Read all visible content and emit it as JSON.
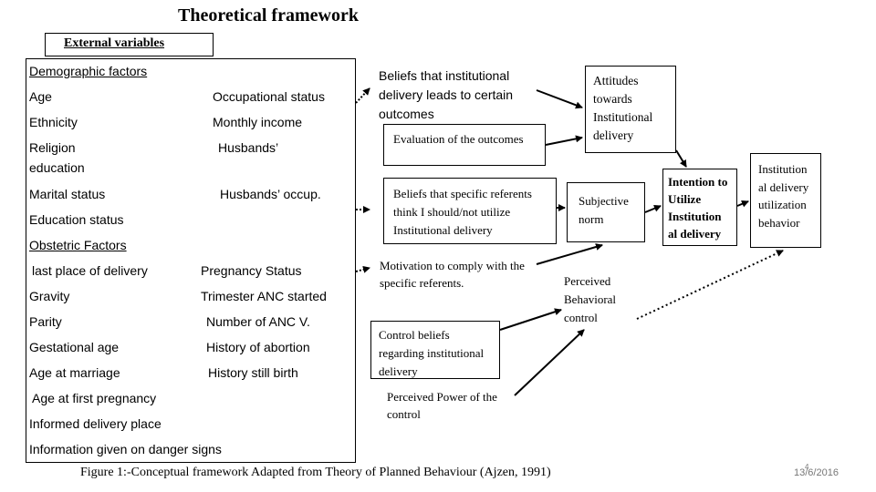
{
  "title": "Theoretical framework",
  "external_label": "External variables",
  "external": {
    "demographic_heading": "Demographic factors",
    "left": [
      "Age",
      "Ethnicity",
      "Religion",
      "education",
      "Marital status",
      "Education status"
    ],
    "right": [
      "Occupational status",
      "Monthly income",
      "Husbands’",
      "Husbands’ occup."
    ],
    "obstetric_heading": "Obstetric Factors",
    "obstetric_left": [
      "last place of delivery",
      "Gravity",
      "Parity",
      "Gestational age",
      "Age at marriage",
      "Age at first pregnancy",
      "Informed delivery place",
      "Information given on danger signs"
    ],
    "obstetric_right": [
      "Pregnancy Status",
      "Trimester ANC started",
      "Number of ANC V.",
      "History of abortion",
      "History still birth"
    ]
  },
  "beliefs": {
    "behavioral": "Beliefs that institutional delivery leads to certain outcomes",
    "evaluation": "Evaluation of the outcomes",
    "normative": "Beliefs that specific referents think I should/not utilize Institutional delivery",
    "motivation": "Motivation to comply with the specific referents.",
    "control": "Control beliefs regarding institutional delivery",
    "power": "Perceived Power of the control"
  },
  "constructs": {
    "attitudes": "Attitudes towards Institutional delivery",
    "subjective_norm": "Subjective norm",
    "pbc": "Perceived Behavioral control",
    "intention": "Intention to Utilize Institution al delivery",
    "behavior": "Institution al delivery utilization behavior"
  },
  "caption": "Figure 1:-Conceptual framework Adapted from Theory of Planned Behaviour  (Ajzen, 1991)",
  "page_number": "4",
  "date": "13/6/2016"
}
